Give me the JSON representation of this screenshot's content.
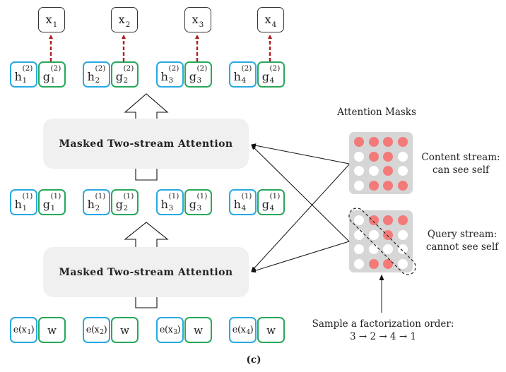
{
  "outputs": [
    {
      "base": "x",
      "sub": "1"
    },
    {
      "base": "x",
      "sub": "2"
    },
    {
      "base": "x",
      "sub": "3"
    },
    {
      "base": "x",
      "sub": "4"
    }
  ],
  "layer2": [
    {
      "h": {
        "base": "h",
        "sup": "(2)",
        "sub": "1"
      },
      "g": {
        "base": "g",
        "sup": "(2)",
        "sub": "1"
      }
    },
    {
      "h": {
        "base": "h",
        "sup": "(2)",
        "sub": "2"
      },
      "g": {
        "base": "g",
        "sup": "(2)",
        "sub": "2"
      }
    },
    {
      "h": {
        "base": "h",
        "sup": "(2)",
        "sub": "3"
      },
      "g": {
        "base": "g",
        "sup": "(2)",
        "sub": "3"
      }
    },
    {
      "h": {
        "base": "h",
        "sup": "(2)",
        "sub": "4"
      },
      "g": {
        "base": "g",
        "sup": "(2)",
        "sub": "4"
      }
    }
  ],
  "layer1": [
    {
      "h": {
        "base": "h",
        "sup": "(1)",
        "sub": "1"
      },
      "g": {
        "base": "g",
        "sup": "(1)",
        "sub": "1"
      }
    },
    {
      "h": {
        "base": "h",
        "sup": "(1)",
        "sub": "2"
      },
      "g": {
        "base": "g",
        "sup": "(1)",
        "sub": "2"
      }
    },
    {
      "h": {
        "base": "h",
        "sup": "(1)",
        "sub": "3"
      },
      "g": {
        "base": "g",
        "sup": "(1)",
        "sub": "3"
      }
    },
    {
      "h": {
        "base": "h",
        "sup": "(1)",
        "sub": "4"
      },
      "g": {
        "base": "g",
        "sup": "(1)",
        "sub": "4"
      }
    }
  ],
  "inputs": [
    {
      "e": {
        "prefix": "e(x",
        "sub": "1",
        "suffix": ")"
      },
      "w": "w"
    },
    {
      "e": {
        "prefix": "e(x",
        "sub": "2",
        "suffix": ")"
      },
      "w": "w"
    },
    {
      "e": {
        "prefix": "e(x",
        "sub": "3",
        "suffix": ")"
      },
      "w": "w"
    },
    {
      "e": {
        "prefix": "e(x",
        "sub": "4",
        "suffix": ")"
      },
      "w": "w"
    }
  ],
  "attention_blocks": {
    "upper": "Masked Two-stream Attention",
    "lower": "Masked Two-stream Attention"
  },
  "masks": {
    "title": "Attention Masks",
    "content": {
      "label_line1": "Content stream:",
      "label_line2": "can see self",
      "grid": [
        [
          1,
          1,
          1,
          1
        ],
        [
          0,
          1,
          1,
          0
        ],
        [
          0,
          0,
          1,
          0
        ],
        [
          0,
          1,
          1,
          1
        ]
      ]
    },
    "query": {
      "label_line1": "Query stream:",
      "label_line2": "cannot see self",
      "grid": [
        [
          0,
          1,
          1,
          1
        ],
        [
          0,
          0,
          1,
          0
        ],
        [
          0,
          0,
          0,
          0
        ],
        [
          0,
          1,
          1,
          0
        ]
      ]
    }
  },
  "factorization": {
    "line1": "Sample a factorization order:",
    "line2": "3 → 2 → 4 → 1"
  },
  "caption": "(c)",
  "colors": {
    "content_stream_border": "#29a9e0",
    "query_stream_border": "#27a85a",
    "mask_on": "#f47a7a",
    "mask_off": "#ffffff",
    "mask_bg": "#d6d6d6",
    "prediction_arrow": "#b01c1c",
    "attention_block_bg": "#f0f0f0"
  }
}
